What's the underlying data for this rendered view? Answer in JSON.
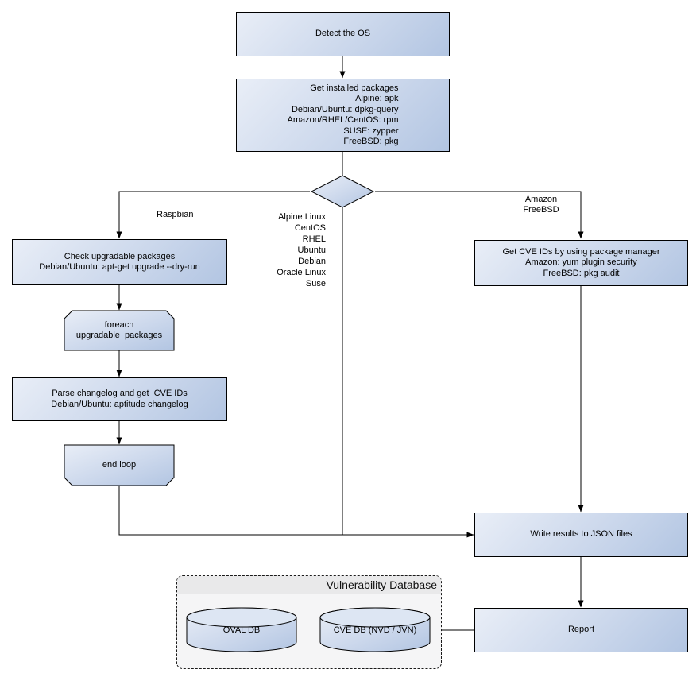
{
  "diagram": {
    "nodes": {
      "detect_os": "Detect the OS",
      "get_installed_packages": "Get installed packages\nAlpine: apk\nDebian/Ubuntu: dpkg-query\nAmazon/RHEL/CentOS: rpm\nSUSE: zypper\nFreeBSD: pkg",
      "check_upgradable": "Check upgradable packages\nDebian/Ubuntu: apt-get upgrade --dry-run",
      "foreach_loop_start": "foreach\nupgradable  packages",
      "parse_changelog": "Parse changelog and get  CVE IDs\nDebian/Ubuntu: aptitude changelog",
      "end_loop": "end loop",
      "get_cve_ids": "Get CVE IDs by using package manager\nAmazon: yum plugin security\nFreeBSD: pkg audit",
      "write_results": "Write results to JSON files",
      "report": "Report"
    },
    "edge_labels": {
      "left_branch": "Raspbian",
      "middle_branch": "Alpine Linux\nCentOS\nRHEL\nUbuntu\nDebian\nOracle Linux\nSuse",
      "right_branch": "Amazon\nFreeBSD"
    },
    "vulnerability_database": {
      "title": "Vulnerability Database",
      "oval_db": "OVAL DB",
      "cve_db": "CVE DB (NVD / JVN)"
    },
    "colors": {
      "node_fill_start": "#e9eef7",
      "node_fill_end": "#b2c5e2",
      "node_border": "#000000",
      "connector": "#000000",
      "db_container_bg": "#f5f5f6",
      "db_container_header_bg": "#e9e9ea",
      "background": "#ffffff"
    }
  }
}
